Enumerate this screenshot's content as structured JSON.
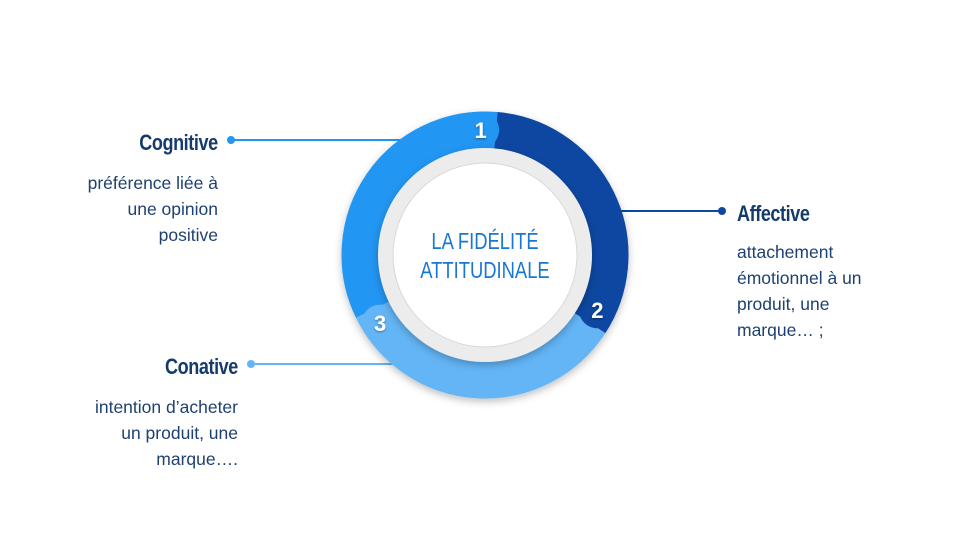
{
  "center_title": {
    "line1": "LA FIDÉLITÉ",
    "line2": "ATTITUDINALE"
  },
  "segments": [
    {
      "number": "1",
      "color": "#2196f3"
    },
    {
      "number": "2",
      "color": "#0d47a1"
    },
    {
      "number": "3",
      "color": "#64b5f6"
    }
  ],
  "cognitive": {
    "title": "Cognitive",
    "lines": [
      "préférence liée à",
      "une opinion",
      "positive"
    ]
  },
  "affective": {
    "title": "Affective",
    "lines": [
      "attachement",
      "émotionnel à un",
      "produit, une",
      "marque… ;"
    ]
  },
  "conative": {
    "title": "Conative",
    "lines": [
      "intention d’acheter",
      "un produit, une",
      "marque…."
    ]
  }
}
